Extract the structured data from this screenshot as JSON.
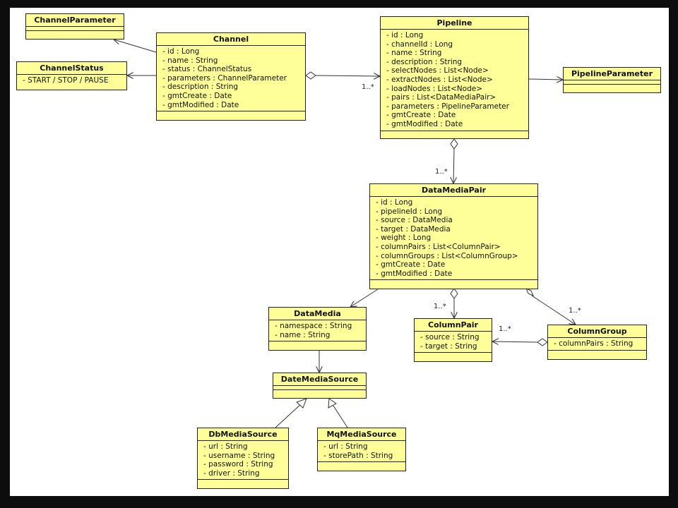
{
  "classes": {
    "channel_parameter": {
      "name": "ChannelParameter",
      "attributes": []
    },
    "channel_status": {
      "name": "ChannelStatus",
      "attributes": [
        "- START / STOP / PAUSE"
      ]
    },
    "channel": {
      "name": "Channel",
      "attributes": [
        "- id : Long",
        "- name : String",
        "- status : ChannelStatus",
        "- parameters : ChannelParameter",
        "- description : String",
        "- gmtCreate : Date",
        "- gmtModified : Date"
      ]
    },
    "pipeline": {
      "name": "Pipeline",
      "attributes": [
        "- id : Long",
        "- channelId : Long",
        "- name : String",
        "- description : String",
        "- selectNodes : List<Node>",
        "- extractNodes : List<Node>",
        "- loadNodes : List<Node>",
        "- pairs : List<DataMediaPair>",
        "- parameters : PipelineParameter",
        "- gmtCreate : Date",
        "- gmtModified : Date"
      ]
    },
    "pipeline_parameter": {
      "name": "PipelineParameter",
      "attributes": []
    },
    "data_media_pair": {
      "name": "DataMediaPair",
      "attributes": [
        "- id : Long",
        "- pipelineId : Long",
        "- source : DataMedia",
        "- target : DataMedia",
        "- weight : Long",
        "- columnPairs : List<ColumnPair>",
        "- columnGroups : List<ColumnGroup>",
        "- gmtCreate : Date",
        "- gmtModified : Date"
      ]
    },
    "data_media": {
      "name": "DataMedia",
      "attributes": [
        "- namespace : String",
        "- name : String"
      ]
    },
    "column_pair": {
      "name": "ColumnPair",
      "attributes": [
        "- source : String",
        "- target : String"
      ]
    },
    "column_group": {
      "name": "ColumnGroup",
      "attributes": [
        "- columnPairs : String"
      ]
    },
    "date_media_source": {
      "name": "DateMediaSource",
      "attributes": []
    },
    "db_media_source": {
      "name": "DbMediaSource",
      "attributes": [
        "- url : String",
        "- username : String",
        "- password : String",
        "- driver : String"
      ]
    },
    "mq_media_source": {
      "name": "MqMediaSource",
      "attributes": [
        "- url : String",
        "- storePath : String"
      ]
    }
  },
  "multiplicities": {
    "channel_pipeline": "1..*",
    "pipeline_pair": "1..*",
    "pair_columnpair": "1..*",
    "pair_columngroup": "1..*",
    "group_columnpair": "1..*"
  },
  "colors": {
    "class_fill": "#ffff99",
    "border": "#222222",
    "canvas": "#ffffff",
    "frame": "#0d0d0d"
  }
}
